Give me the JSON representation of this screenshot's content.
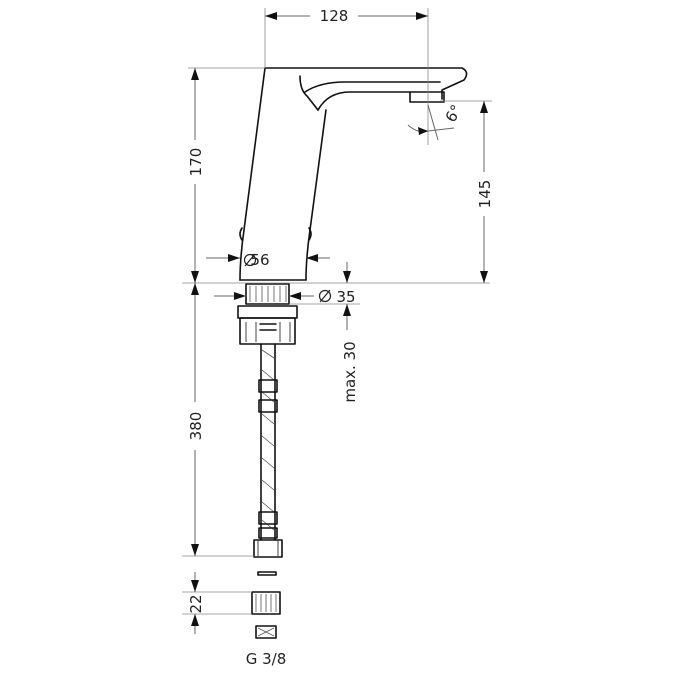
{
  "dimensions": {
    "spout_reach": "128",
    "body_height": "170",
    "outlet_height": "145",
    "body_diameter": "56",
    "shank_diameter": "35",
    "max_deck_thickness": "max. 30",
    "hose_length": "380",
    "fitting_length": "22",
    "thread": "G 3/8",
    "spout_angle": "6°"
  }
}
